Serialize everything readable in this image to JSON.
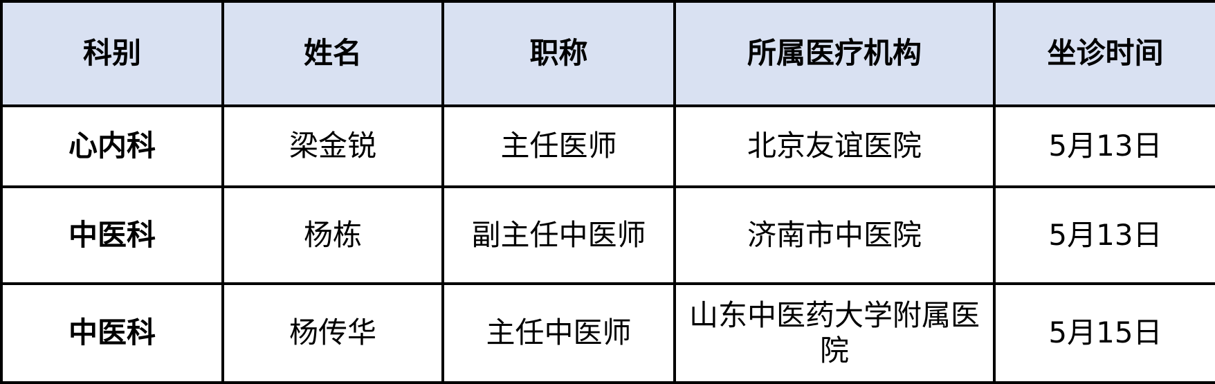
{
  "table": {
    "header_bg": "#D9E1F2",
    "border_color": "#000000",
    "columns": [
      {
        "label": "科别"
      },
      {
        "label": "姓名"
      },
      {
        "label": "职称"
      },
      {
        "label": "所属医疗机构"
      },
      {
        "label": "坐诊时间"
      }
    ],
    "rows": [
      {
        "department": "心内科",
        "name": "梁金锐",
        "title": "主任医师",
        "institution": "北京友谊医院",
        "time": "5月13日"
      },
      {
        "department": "中医科",
        "name": "杨栋",
        "title": "副主任中医师",
        "institution": "济南市中医院",
        "time": "5月13日"
      },
      {
        "department": "中医科",
        "name": "杨传华",
        "title": "主任中医师",
        "institution": "山东中医药大学附属医院",
        "time": "5月15日"
      }
    ]
  }
}
